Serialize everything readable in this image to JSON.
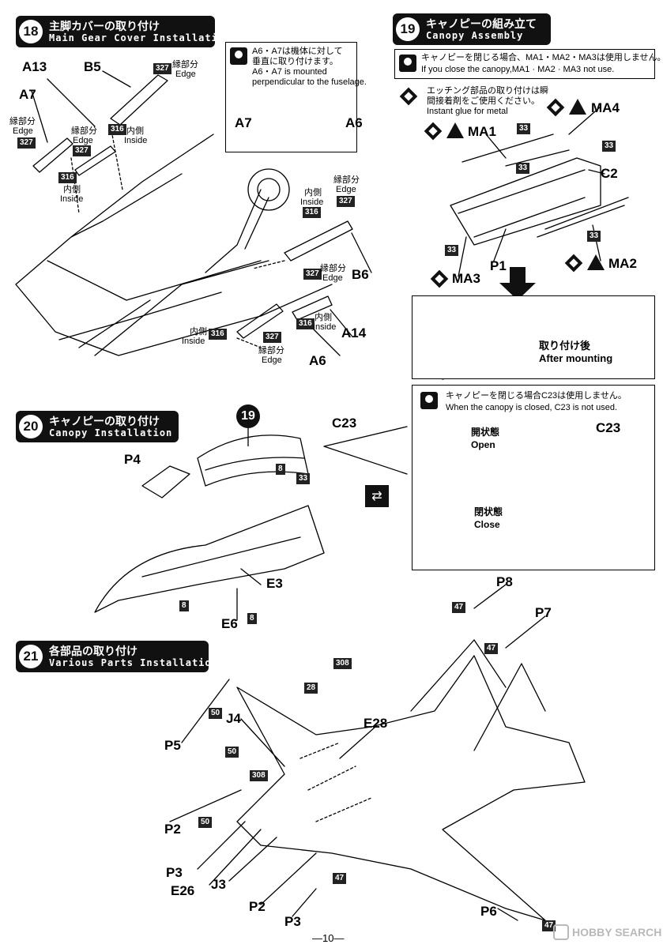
{
  "steps": {
    "s18": {
      "num": "18",
      "ja": "主脚カバーの取り付け",
      "en": "Main Gear Cover Installation"
    },
    "s19": {
      "num": "19",
      "ja": "キャノピーの組み立て",
      "en": "Canopy Assembly"
    },
    "s20": {
      "num": "20",
      "ja": "キャノピーの取り付け",
      "en": "Canopy Installation"
    },
    "s21": {
      "num": "21",
      "ja": "各部品の取り付け",
      "en": "Various Parts Installation"
    }
  },
  "notes": {
    "a6a7_ja_1": "A6・A7は機体に対して",
    "a6a7_ja_2": "垂直に取り付けます。",
    "a6a7_en_1": "A6・A7 is mounted",
    "a6a7_en_2": "perpendicular to the fuselage.",
    "canopy_closed_ja": "キャノピーを閉じる場合、MA1・MA2・MA3は使用しません。",
    "canopy_closed_en": "If you close the canopy,MA1 · MA2 · MA3 not use.",
    "etching_ja_1": "エッチング部品の取り付けは瞬",
    "etching_ja_2": "間接着剤をご使用ください。",
    "etching_en": "Instant glue for metal",
    "after_ja": "取り付け後",
    "after_en": "After mounting",
    "c23_ja": "キャノピーを閉じる場合C23は使用しません。",
    "c23_en": "When the canopy is closed, C23 is not used.",
    "open_ja": "開状態",
    "open_en": "Open",
    "closed_ja": "閉状態",
    "closed_en": "Close"
  },
  "words": {
    "edge_ja": "縁部分",
    "edge_en": "Edge",
    "inside_ja": "内側",
    "inside_en": "Inside"
  },
  "part_labels": {
    "A13": "A13",
    "B5": "B5",
    "A7": "A7",
    "A6": "A6",
    "B6": "B6",
    "A14": "A14",
    "MA1": "MA1",
    "MA4": "MA4",
    "C2": "C2",
    "MA2": "MA2",
    "MA3": "MA3",
    "P1": "P1",
    "C23": "C23",
    "P4": "P4",
    "E3": "E3",
    "E6": "E6",
    "P8": "P8",
    "P7": "P7",
    "P5": "P5",
    "J4": "J4",
    "E28": "E28",
    "P2": "P2",
    "P3": "P3",
    "E26": "E26",
    "J3": "J3",
    "P6": "P6"
  },
  "callouts": {
    "c327": "327",
    "c316": "316",
    "c33": "33",
    "c8": "8",
    "c47": "47",
    "c50": "50",
    "c28": "28",
    "c308": "308",
    "ref19": "19"
  },
  "footer": {
    "page": "—10—",
    "watermark": "HOBBY SEARCH"
  },
  "colors": {
    "ink": "#111111",
    "panel": "#ffffff",
    "watermark": "#b9b9b9"
  }
}
